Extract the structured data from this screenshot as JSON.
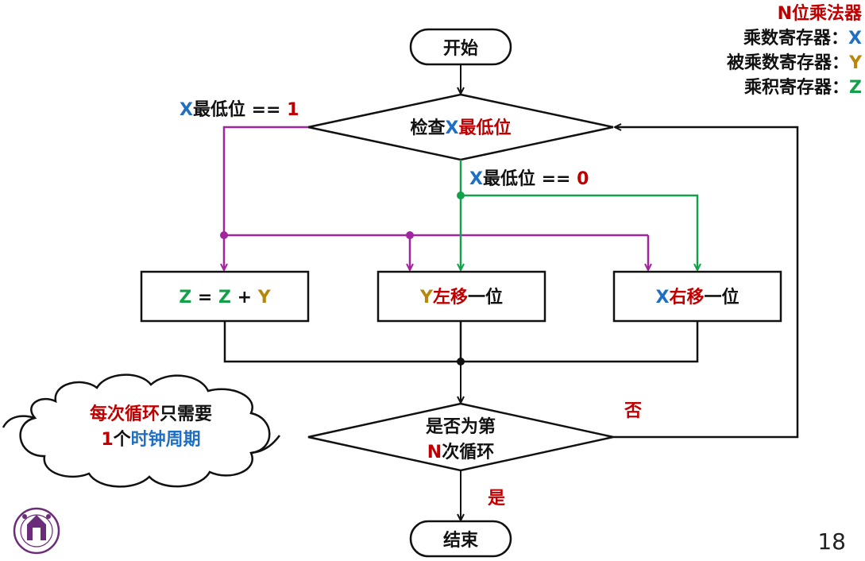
{
  "legend": {
    "title": "N位乘法器",
    "rows": [
      {
        "label": "乘数寄存器：",
        "reg": "X",
        "color": "#1f6fc5"
      },
      {
        "label": "被乘数寄存器：",
        "reg": "Y",
        "color": "#b8860b"
      },
      {
        "label": "乘积寄存器：",
        "reg": "Z",
        "color": "#12a14a"
      }
    ]
  },
  "colors": {
    "x_blue": "#1f6fc5",
    "y_gold": "#b8860b",
    "z_green": "#12a14a",
    "red": "#c00000",
    "purple": "#a0259f",
    "green_path": "#12a14a"
  },
  "start": "开始",
  "end": "结束",
  "check": {
    "prefix": "检查",
    "reg": "X",
    "suffix": "最低位"
  },
  "cond_one": {
    "reg": "X",
    "text": "最低位 == ",
    "val": "1"
  },
  "cond_zero": {
    "reg": "X",
    "text": "最低位 == ",
    "val": "0"
  },
  "box_add": {
    "z1": "Z",
    "eq": " = ",
    "z2": "Z",
    "plus": " + ",
    "y": "Y"
  },
  "box_shift_y": {
    "reg": "Y",
    "action": "左移",
    "tail": "一位"
  },
  "box_shift_x": {
    "reg": "X",
    "action": "右移",
    "tail": "一位"
  },
  "loop_check": {
    "line1": "是否为第",
    "n": "N",
    "line2": "次循环"
  },
  "label_no": "否",
  "label_yes": "是",
  "cloud": {
    "part1": "每次循环",
    "part2": "只需要",
    "num": "1",
    "unit": "个",
    "part3": "时钟周期"
  },
  "page_number": "18",
  "logo_icon": "nanjing-university-seal"
}
